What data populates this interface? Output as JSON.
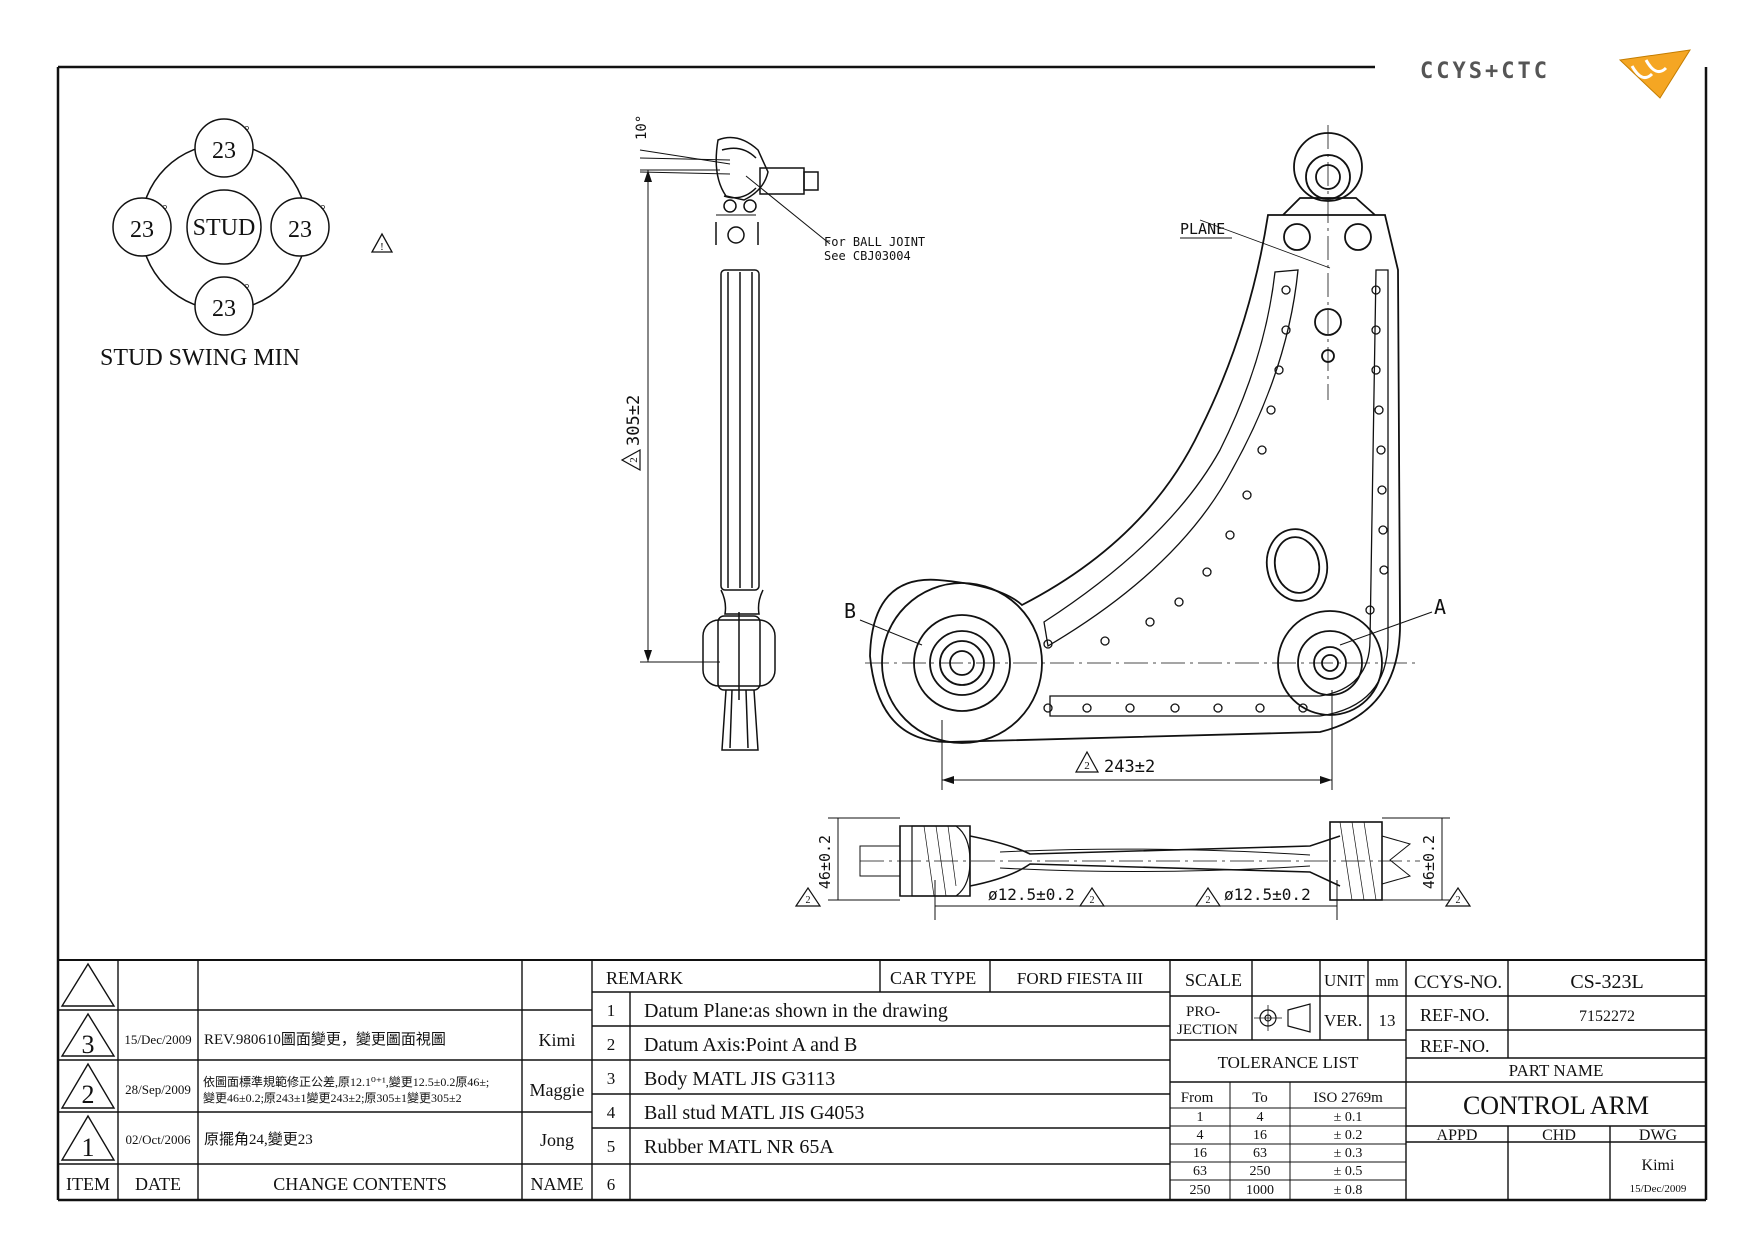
{
  "logo": {
    "text": "CCYS+CTC",
    "accent_color": "#f5a623"
  },
  "swing_diagram": {
    "top": "23",
    "left": "23",
    "right": "23",
    "bottom": "23",
    "center": "STUD",
    "degree_mark": "°",
    "caption": "STUD SWING MIN",
    "warning_symbol": "⚠"
  },
  "side_view": {
    "angle": "10°",
    "note_line1": "For BALL JOINT",
    "note_line2": "See CBJ03004",
    "dim_length": "305±2",
    "rev_mark": "2"
  },
  "plan_view": {
    "label_plane": "PLANE",
    "label_a": "A",
    "label_b": "B",
    "dim_width": "243±2",
    "rev_mark": "2"
  },
  "section_view": {
    "dim_left_height": "46±0.2",
    "dim_right_height": "46±0.2",
    "dim_left_dia": "ø12.5±0.2",
    "dim_right_dia": "ø12.5±0.2",
    "rev_mark": "2"
  },
  "revisions": {
    "headers": {
      "item": "ITEM",
      "date": "DATE",
      "change": "CHANGE CONTENTS",
      "name": "NAME"
    },
    "rows": [
      {
        "item": "3",
        "date": "15/Dec/2009",
        "change_line1": "REV.980610圖面變更，變更圖面視圖",
        "change_line2": "",
        "name": "Kimi"
      },
      {
        "item": "2",
        "date": "28/Sep/2009",
        "change_line1": "依圖面標準規範修正公差,原12.1⁰⁺¹,變更12.5±0.2原46±;",
        "change_line2": "變更46±0.2;原243±1變更243±2;原305±1變更305±2",
        "name": "Maggie"
      },
      {
        "item": "1",
        "date": "02/Oct/2006",
        "change_line1": "原擺角24,變更23",
        "change_line2": "",
        "name": "Jong"
      }
    ]
  },
  "remarks": {
    "header": "REMARK",
    "car_type_label": "CAR TYPE",
    "car_type_value": "FORD FIESTA III",
    "items": [
      {
        "no": "1",
        "text": "Datum Plane:as shown in the drawing"
      },
      {
        "no": "2",
        "text": "Datum Axis:Point A and B"
      },
      {
        "no": "3",
        "text": "Body MATL JIS G3113"
      },
      {
        "no": "4",
        "text": "Ball stud MATL JIS G4053"
      },
      {
        "no": "5",
        "text": "Rubber MATL NR 65A"
      },
      {
        "no": "6",
        "text": ""
      }
    ]
  },
  "title_block": {
    "scale_label": "SCALE",
    "unit_label": "UNIT",
    "unit_value": "mm",
    "projection_label1": "PRO-",
    "projection_label2": "JECTION",
    "ver_label": "VER.",
    "ver_value": "13",
    "tolerance_title": "TOLERANCE LIST",
    "tol_headers": {
      "from": "From",
      "to": "To",
      "iso": "ISO 2769m"
    },
    "tolerance_rows": [
      {
        "from": "1",
        "to": "4",
        "tol": "± 0.1"
      },
      {
        "from": "4",
        "to": "16",
        "tol": "± 0.2"
      },
      {
        "from": "16",
        "to": "63",
        "tol": "± 0.3"
      },
      {
        "from": "63",
        "to": "250",
        "tol": "± 0.5"
      },
      {
        "from": "250",
        "to": "1000",
        "tol": "± 0.8"
      }
    ],
    "ccys_no_label": "CCYS-NO.",
    "ccys_no_value": "CS-323L",
    "ref_no_label1": "REF-NO.",
    "ref_no_value1": "7152272",
    "ref_no_label2": "REF-NO.",
    "ref_no_value2": "",
    "part_name_label": "PART NAME",
    "part_name_value": "CONTROL ARM",
    "appd_label": "APPD",
    "chd_label": "CHD",
    "dwg_label": "DWG",
    "dwg_name": "Kimi",
    "dwg_date": "15/Dec/2009"
  }
}
